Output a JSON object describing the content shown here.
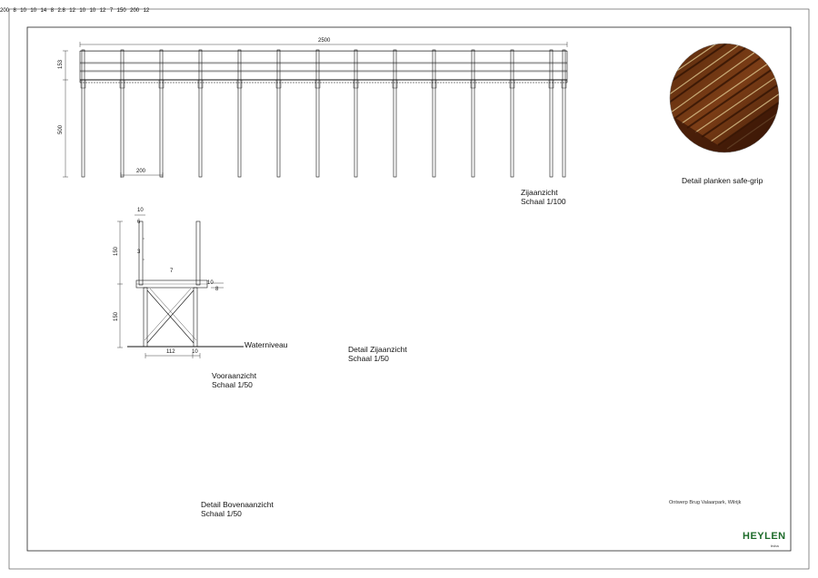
{
  "views": {
    "side": {
      "title": "Zijaanzicht",
      "scale": "Schaal 1/100"
    },
    "front": {
      "title": "Vooraanzicht",
      "scale": "Schaal 1/50"
    },
    "side_detail": {
      "title": "Detail Zijaanzicht",
      "scale": "Schaal 1/50"
    },
    "top_detail": {
      "title": "Detail Bovenaanzicht",
      "scale": "Schaal 1/50"
    },
    "planks_detail": {
      "title": "Detail planken safe-grip"
    }
  },
  "labels": {
    "water_level": "Waterniveau"
  },
  "dimensions": {
    "side": {
      "length": "2500",
      "rail_height": "153",
      "post_height": "500",
      "spacing": "200"
    },
    "front": {
      "top": "10",
      "small_a": "6",
      "small_b": "3",
      "rail_height": "150",
      "lower_height": "150",
      "inner": "7",
      "deck": "10",
      "deck_small": "8",
      "width": "112",
      "post": "10"
    },
    "side_detail": {
      "spacing": "200",
      "rail_a": "8",
      "rail_b": "10",
      "beam": "10",
      "beam_small": "14",
      "deck_a": "8",
      "deck_b": "2.8",
      "post": "12"
    },
    "top_detail": {
      "top": "10",
      "left_a": "10",
      "left_b": "12",
      "inner": "7",
      "width": "150",
      "spacing": "200",
      "post": "12"
    }
  },
  "title_block": {
    "project": "Ontwerp Brug Valaarpark, Wilrijk",
    "company": "HEYLEN",
    "company_sub": "bvba"
  },
  "colors": {
    "wood": "#7a3f1a",
    "wood_dark": "#4a2008",
    "wood_light": "#a0612e",
    "line": "#111111",
    "logo_green": "#1d6b2a"
  }
}
